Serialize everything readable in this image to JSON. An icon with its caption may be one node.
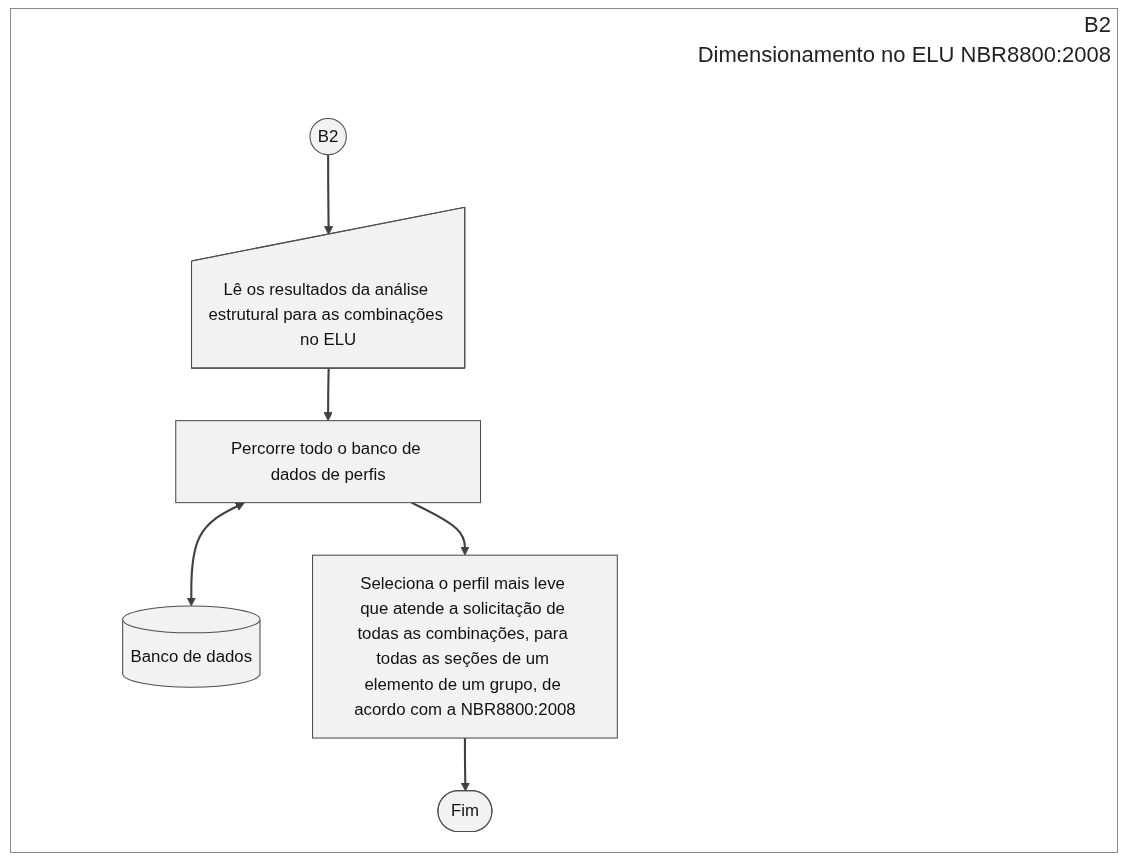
{
  "diagram": {
    "title": "Dimensionamento no ELU NBR8800:2008",
    "nodes": [
      {
        "text": [
          "B2"
        ]
      },
      {
        "text": [
          "Lê os resultados da análise estrutural para as combinações no ELU"
        ]
      },
      {
        "text": [
          "Percorre todo o banco de dados de perfis"
        ]
      },
      {
        "text": [
          "Banco de dados"
        ]
      },
      {
        "text": [
          "Seleciona o perfil mais leve que atende a solicitação de todas as combinações, para todas as seções de um elemento de um grupo, de acordo com a NBR8800:2008"
        ]
      },
      {
        "text": [
          "Fim"
        ]
      }
    ],
    "edges": [
      {
        "from": 0,
        "to": 1,
        "arrow": "to"
      },
      {
        "from": 1,
        "to": 2,
        "arrow": "to"
      },
      {
        "from": 2,
        "to": 3,
        "arrow": "both"
      },
      {
        "from": 2,
        "to": 4,
        "arrow": "to"
      },
      {
        "from": 4,
        "to": 5,
        "arrow": "to"
      }
    ],
    "labels": [
      "B2"
    ]
  }
}
